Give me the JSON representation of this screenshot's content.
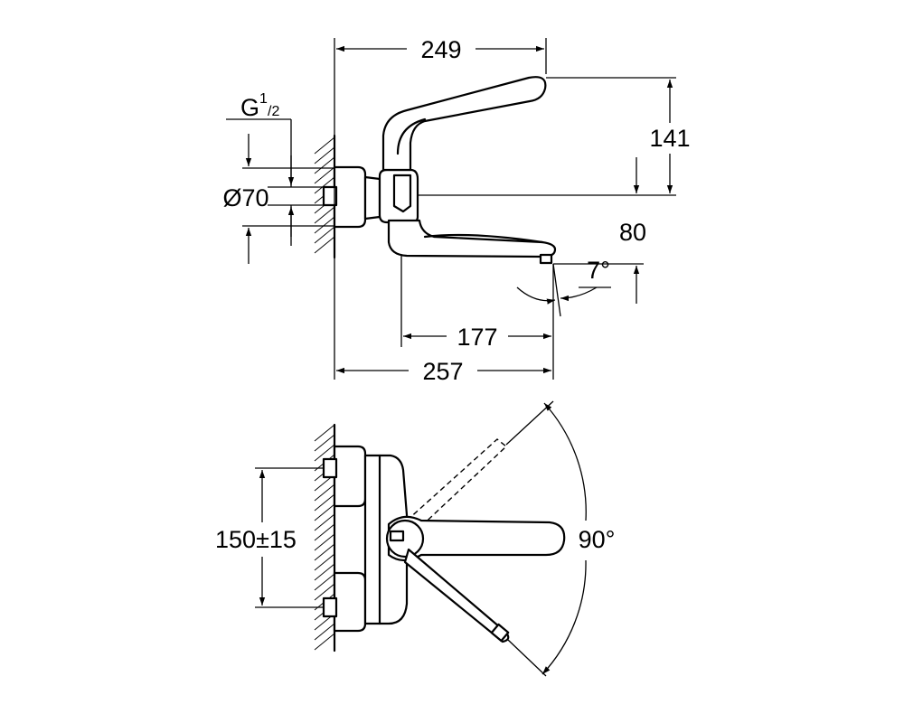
{
  "dimensions": {
    "top_width": "249",
    "height_141": "141",
    "connection_thread": "G",
    "thread_sup": "1",
    "thread_sub": "/2",
    "diameter": "Ø70",
    "drop_80": "80",
    "spout_angle": "7°",
    "spout_177": "177",
    "overall_257": "257",
    "center_distance": "150",
    "tolerance": "±15",
    "swivel_angle": "90°"
  }
}
